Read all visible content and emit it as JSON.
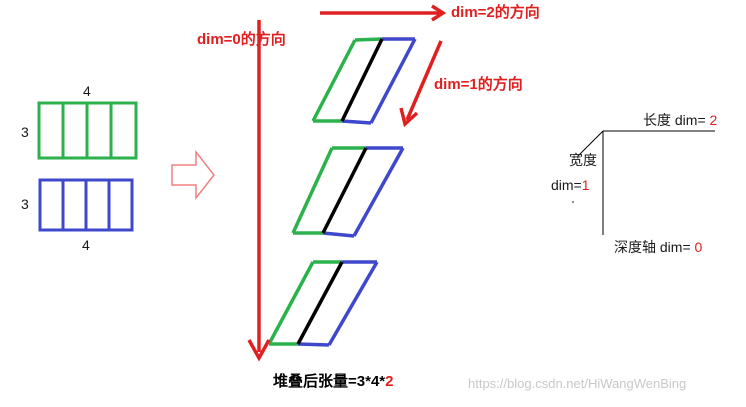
{
  "left_matrices": {
    "top": {
      "cols_label": "4",
      "rows_label": "3",
      "color": "#2bb24c"
    },
    "bottom": {
      "cols_label": "4",
      "rows_label": "3",
      "color": "#3f48cc"
    }
  },
  "stack_arrow_color": "#f08080",
  "direction_labels": {
    "dim0": "dim=0的方向",
    "dim1": "dim=1的方向",
    "dim2": "dim=2的方向"
  },
  "result_label": {
    "prefix": "堆叠后张量=3*4*",
    "suffix": "2"
  },
  "axes_legend": {
    "length_text": "长度 dim=",
    "length_val": "2",
    "width_text": "宽度",
    "width_dim": "dim=",
    "width_val": "1",
    "depth_text": "深度轴 dim=",
    "depth_val": "0"
  },
  "watermark": "https://blog.csdn.net/HiWangWenBing",
  "colors": {
    "red": "#e02020",
    "green": "#2bb24c",
    "blue": "#3f48cc",
    "black": "#000000"
  }
}
